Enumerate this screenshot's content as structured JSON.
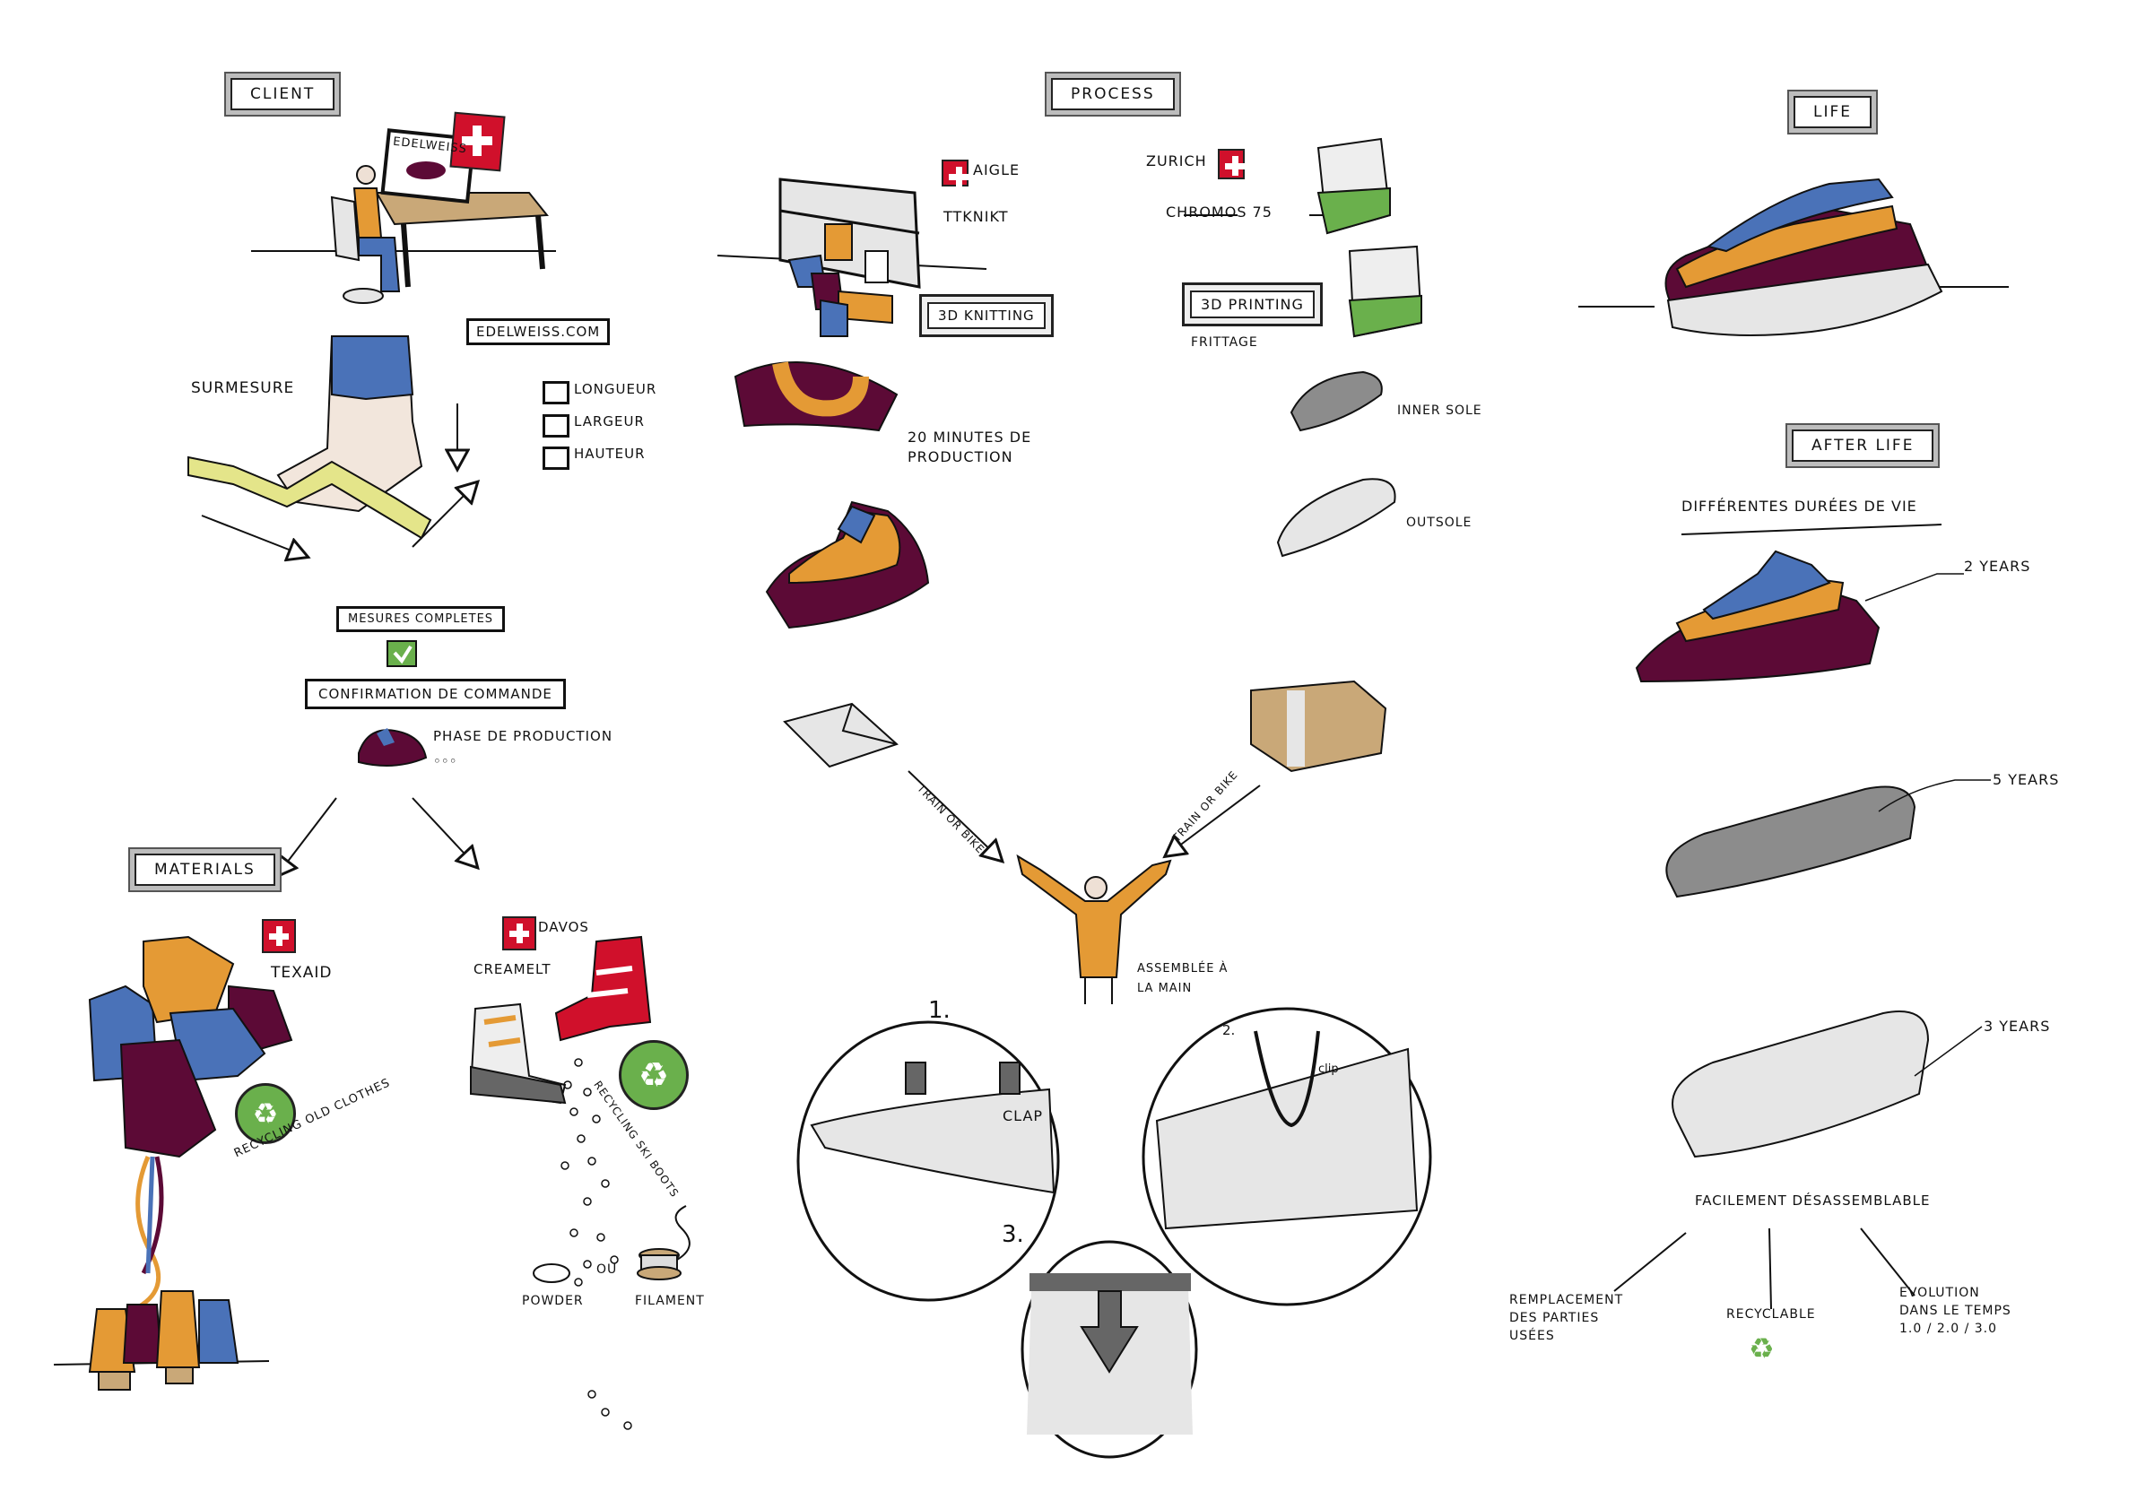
{
  "sections": {
    "client": "Client",
    "process": "Process",
    "life": "Life",
    "after_life": "After Life",
    "materials": "Materials"
  },
  "client": {
    "screen_brand": "Edelweiss",
    "website": "edelweiss.com",
    "surmesure": "Surmesure",
    "measurements": [
      "Longueur",
      "Largeur",
      "Hauteur"
    ],
    "measures_complete": "Mesures completes",
    "order_confirmation": "Confirmation de commande",
    "production_phase": "Phase de production",
    "ellipsis": "◦◦◦"
  },
  "materials": {
    "texaid": {
      "location_flag": "swiss-flag",
      "name": "Texaid",
      "recycling": "Recycling old clothes"
    },
    "creamelt": {
      "location": "Davos",
      "name": "Creamelt",
      "recycling": "Recycling ski boots",
      "powder": "Powder",
      "ou": "ou",
      "filament": "Filament"
    }
  },
  "process": {
    "knitting": {
      "location": "Aigle",
      "company": "TTKnikt",
      "method": "3D Knitting",
      "time": "20 minutes de production"
    },
    "printing": {
      "location": "Zurich",
      "machine": "Chromos 75",
      "method": "3D Printing",
      "technique": "Frittage",
      "inner_sole": "Inner sole",
      "outsole": "Outsole"
    },
    "transport_left": "Train or bike",
    "transport_right": "Train or bike",
    "assembly": "Assemblée à la main",
    "steps": [
      "1.",
      "2.",
      "3."
    ],
    "clap": "Clap",
    "clip": "Clip"
  },
  "after_life": {
    "heading": "Différentes durées de vie",
    "lifespans": [
      {
        "part": "upper",
        "label": "2 Years"
      },
      {
        "part": "inner-sole",
        "label": "5 Years"
      },
      {
        "part": "outsole",
        "label": "3 Years"
      }
    ],
    "disassembly": "Facilement désassemblable",
    "benefits": [
      {
        "lines": [
          "Remplacement",
          "des parties",
          "usées"
        ]
      },
      {
        "lines": [
          "Recyclable"
        ]
      },
      {
        "lines": [
          "Evolution",
          "dans le temps",
          "1.0 / 2.0 / 3.0"
        ]
      }
    ]
  },
  "colors": {
    "burgundy": "#5c0a36",
    "orange": "#e49a35",
    "blue": "#4a72b8",
    "green": "#6ab04c",
    "swiss_red": "#d0102b",
    "grey": "#8c8c8c",
    "light_grey": "#e6e6e6",
    "tan": "#c9a878"
  }
}
